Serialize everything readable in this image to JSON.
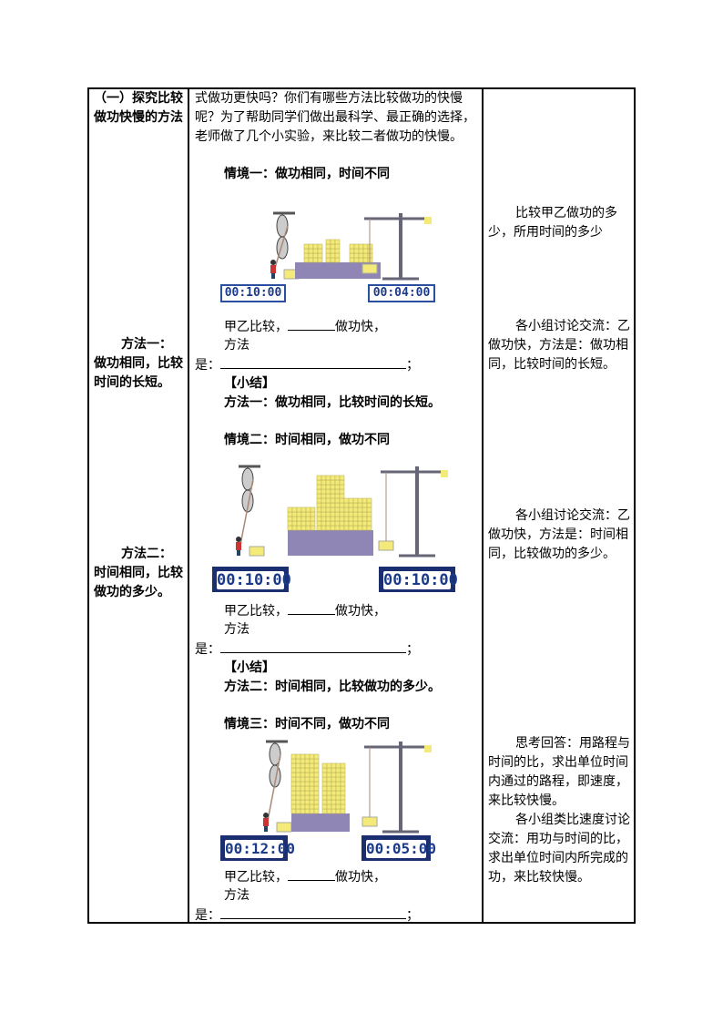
{
  "left_col": {
    "section_title": "（一）探究比较做功快慢的方法",
    "method1": "方法一：做功相同，比较时间的长短。",
    "method2": "方法二：时间相同，比较做功的多少。"
  },
  "middle_col": {
    "intro": "式做功更快吗？你们有哪些方法比较做功的快慢呢？为了帮助同学们做出最科学、最正确的选择，老师做了几个小实验，来比较二者做功的快慢。",
    "scene1": {
      "title": "情境一：做功相同，时间不同",
      "timer_left": "00:10:00",
      "timer_right": "00:04:00",
      "compare_prefix": "甲乙比较，",
      "compare_suffix": "做功快，",
      "method_label": "方法",
      "method_shi": "是：",
      "semicolon": "；",
      "summary_label": "【小结】",
      "summary_text": "方法一：做功相同，比较时间的长短。"
    },
    "scene2": {
      "title": "情境二：时间相同，做功不同",
      "timer_left": "00:10:00",
      "timer_right": "00:10:00",
      "compare_prefix": "甲乙比较，",
      "compare_suffix": "做功快，",
      "method_label": "方法",
      "method_shi": "是：",
      "semicolon": "；",
      "summary_label": "【小结】",
      "summary_text": "方法二：时间相同，比较做功的多少。"
    },
    "scene3": {
      "title": "情境三：时间不同，做功不同",
      "timer_left": "00:12:00",
      "timer_right": "00:05:00",
      "compare_prefix": "甲乙比较，",
      "compare_suffix": "做功快，",
      "method_label": "方法",
      "method_shi": "是：",
      "semicolon": "；"
    }
  },
  "right_col": {
    "note1": "比较甲乙做功的多少，所用时间的多少",
    "note2": "各小组讨论交流：乙做功快，方法是：做功相同，比较时间的长短。",
    "note3": "各小组讨论交流：乙做功快，方法是：时间相同，比较做功的多少。",
    "note4a": "思考回答：用路程与时间的比，求出单位时间内通过的路程，即速度，来比较快慢。",
    "note4b": "各小组类比速度讨论交流：用功与时间的比，求出单位时间内所完成的功，来比较快慢。"
  },
  "colors": {
    "timer_blue": "#1b3a8a",
    "block_yellow": "#f3ea7a",
    "platform_purple": "#8f86b5"
  }
}
